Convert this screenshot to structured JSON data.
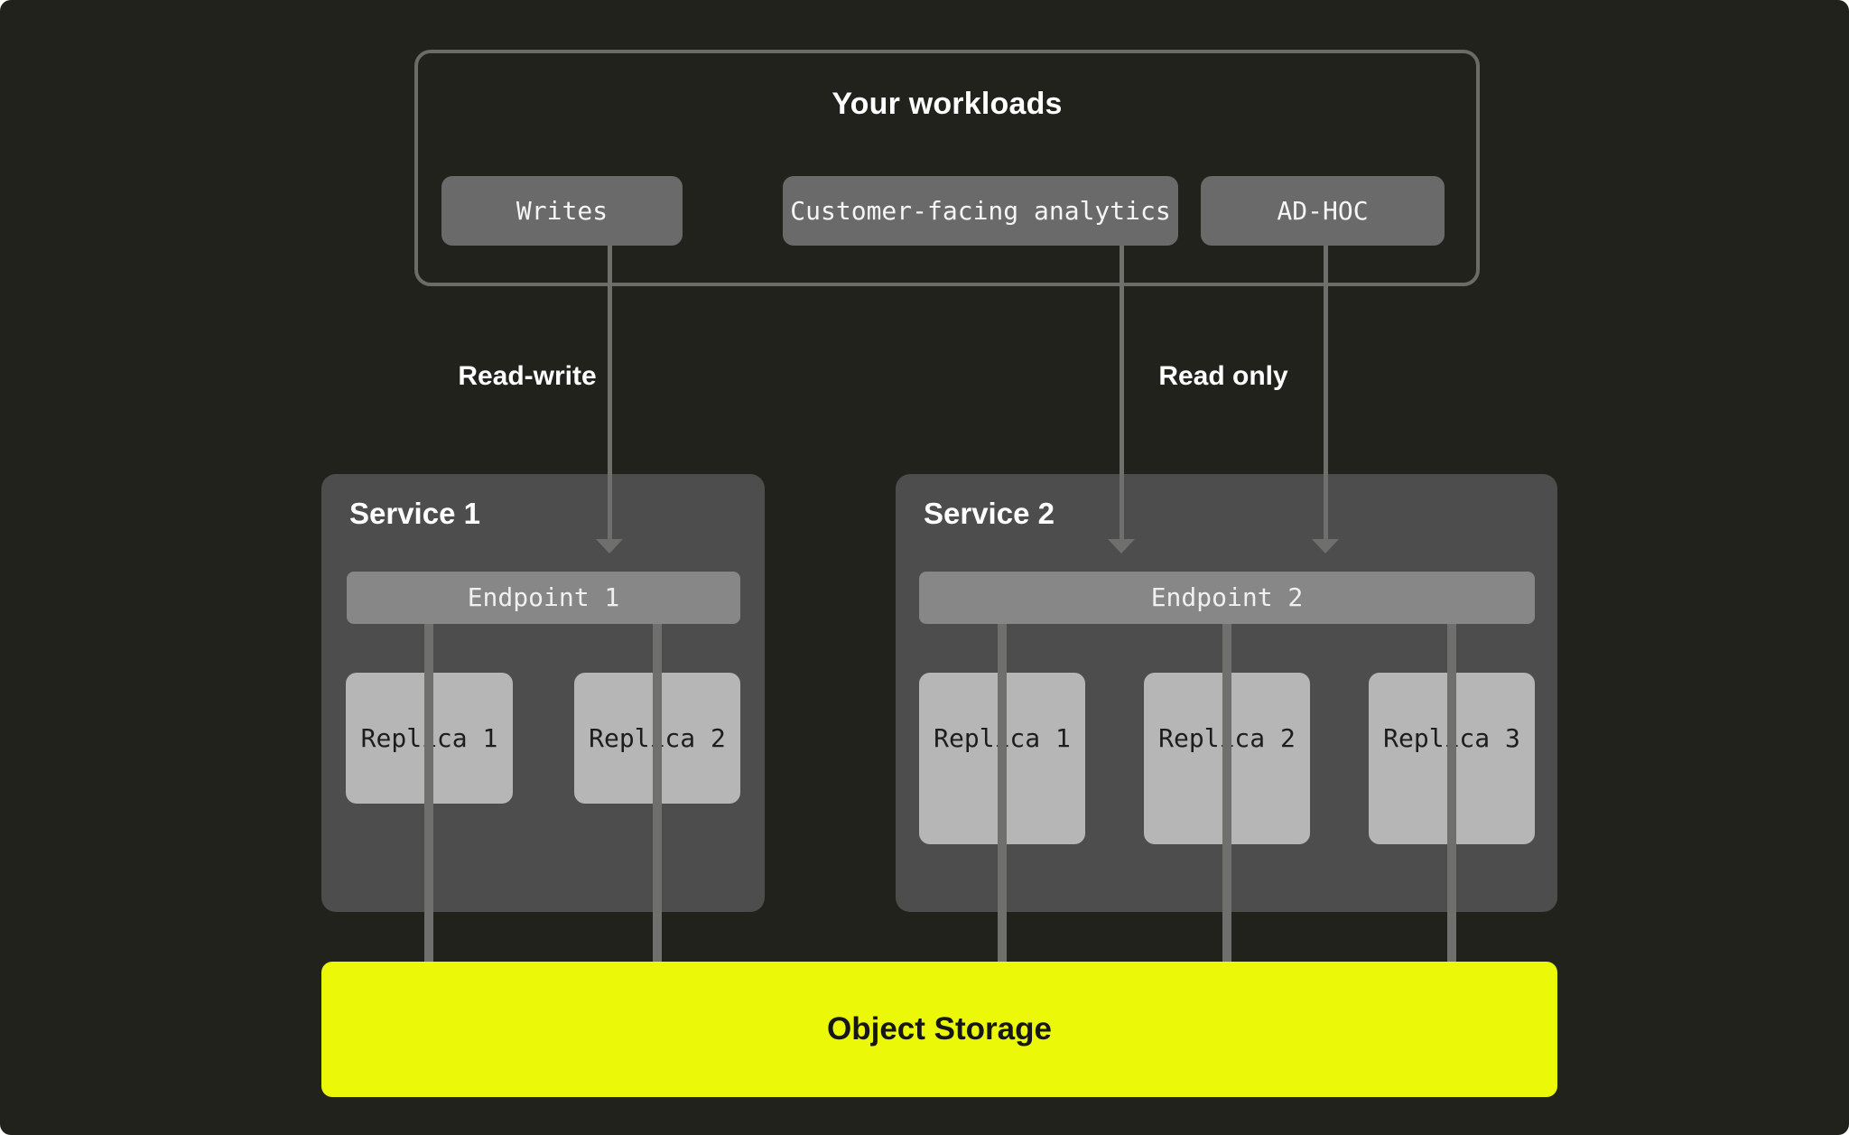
{
  "colors": {
    "background": "#21221C",
    "workloads_border": "#6A6C68",
    "workload_chip": "#6A6A6A",
    "service_box": "#4D4D4D",
    "endpoint_bar": "#878787",
    "replica_box": "#B6B6B6",
    "connector_line": "#6F706E",
    "storage_accent": "#EBF807",
    "storage_text": "#161616",
    "text_light": "#FFFFFF"
  },
  "workloads": {
    "title": "Your workloads",
    "chips": [
      "Writes",
      "Customer-facing analytics",
      "AD-HOC"
    ]
  },
  "flow_labels": {
    "left": "Read-write",
    "right": "Read only"
  },
  "services": [
    {
      "title": "Service 1",
      "endpoint": "Endpoint 1",
      "replicas": [
        "Replica 1",
        "Replica 2"
      ]
    },
    {
      "title": "Service 2",
      "endpoint": "Endpoint 2",
      "replicas": [
        "Replica 1",
        "Replica 2",
        "Replica 3"
      ]
    }
  ],
  "storage": {
    "label": "Object Storage"
  }
}
